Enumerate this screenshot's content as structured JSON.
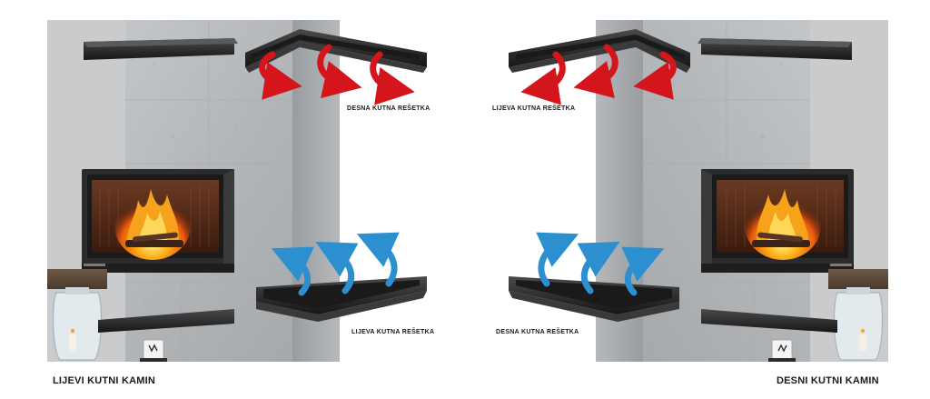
{
  "left_panel": {
    "top_grille_label": "DESNA KUTNA REŠETKA",
    "bottom_grille_label": "LIJEVA KUTNA REŠETKA",
    "caption": "LIJEVI KUTNI KAMIN"
  },
  "right_panel": {
    "top_grille_label": "LIJEVA KUTNA REŠETKA",
    "bottom_grille_label": "DESNA KUTNA REŠETKA",
    "caption": "DESNI KUTNI KAMIN"
  },
  "colors": {
    "concrete": "#b9bcbf",
    "hot_air_arrow": "#d4151b",
    "cold_air_arrow": "#2b8fd0",
    "grille": "#2a2a2a",
    "fire": "#f28a12"
  },
  "icons": {
    "hot_air": "red-curved-arrow-icon",
    "cold_air": "blue-curved-arrow-icon"
  }
}
